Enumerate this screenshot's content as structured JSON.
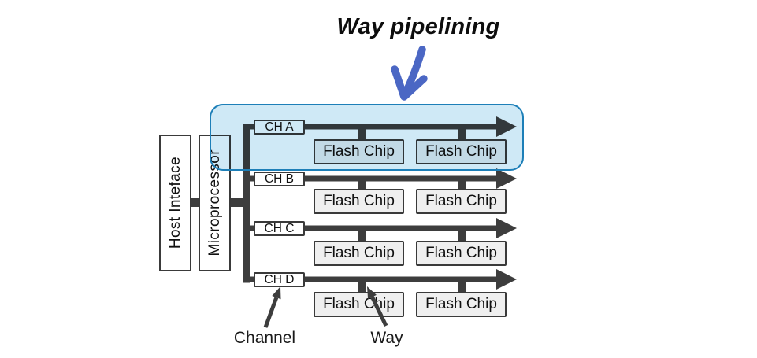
{
  "title": "Way pipelining",
  "controller": {
    "host_interface": "Host Inteface",
    "microprocessor": "Microprocessor"
  },
  "channels": [
    {
      "label": "CH A",
      "highlighted": true,
      "chips": [
        "Flash Chip",
        "Flash Chip"
      ]
    },
    {
      "label": "CH B",
      "highlighted": false,
      "chips": [
        "Flash Chip",
        "Flash Chip"
      ]
    },
    {
      "label": "CH C",
      "highlighted": false,
      "chips": [
        "Flash Chip",
        "Flash Chip"
      ]
    },
    {
      "label": "CH D",
      "highlighted": false,
      "chips": [
        "Flash Chip",
        "Flash Chip"
      ]
    }
  ],
  "callouts": {
    "channel": "Channel",
    "way": "Way"
  },
  "colors": {
    "wire": "#3d3d3d",
    "chip_fill": "#efefef",
    "highlight_fill": "#cfe9f6",
    "highlight_border": "#1d7fb8",
    "pointer_arrow_blue": "#4b67c4",
    "background": "#ffffff"
  }
}
